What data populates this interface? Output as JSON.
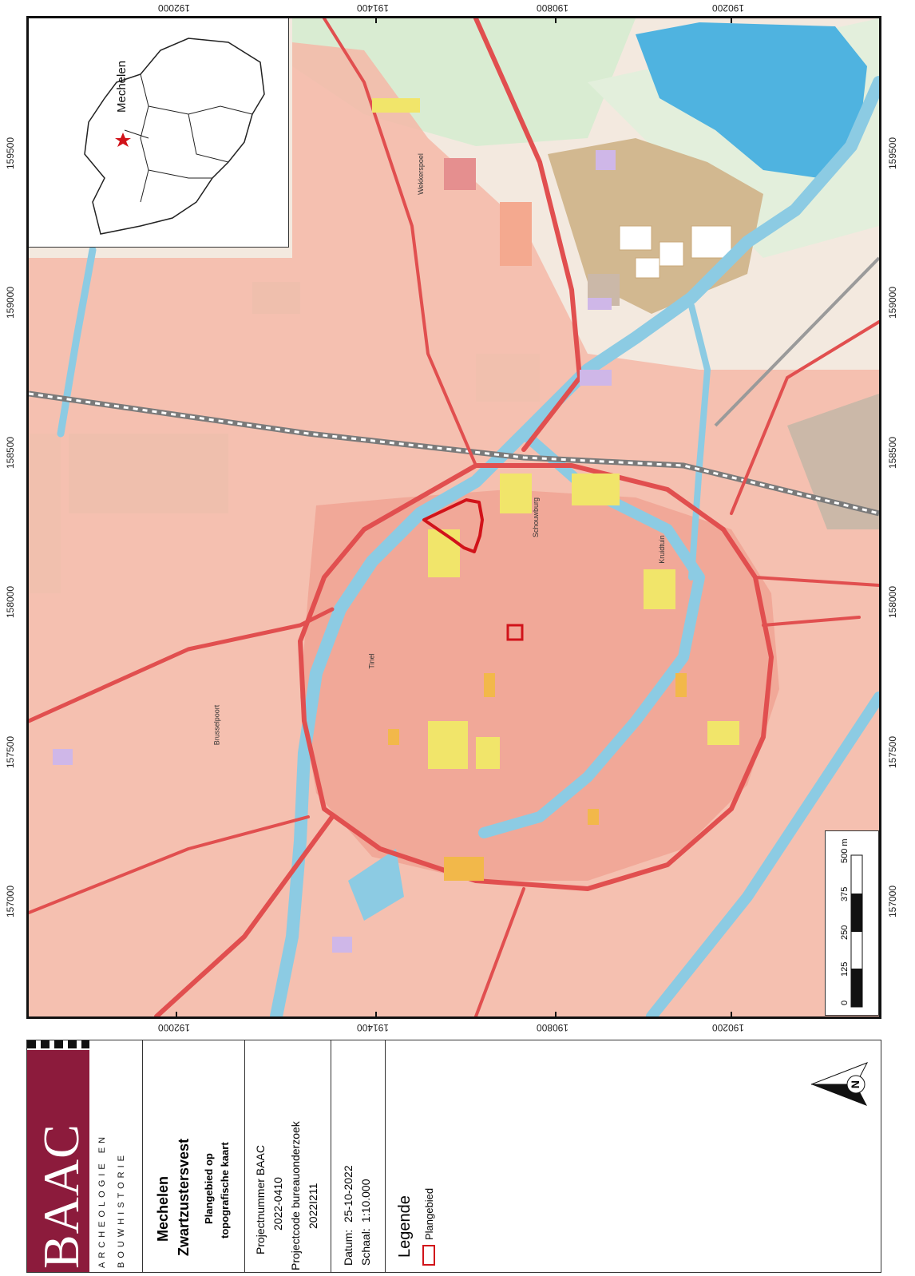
{
  "map": {
    "coords_top": [
      "192000",
      "191400",
      "190800",
      "190200"
    ],
    "coords_bottom": [
      "192000",
      "191400",
      "190800",
      "190200"
    ],
    "coords_left": [
      "159500",
      "159000",
      "158500",
      "158000",
      "157500",
      "157000"
    ],
    "coords_right": [
      "159500",
      "159000",
      "158500",
      "158000",
      "157500",
      "157000"
    ],
    "street_labels": [
      "Wekkerspoel",
      "Tinel",
      "Kruidtuin",
      "Brusselpoort",
      "Schouwburg"
    ],
    "colors": {
      "built": "#f4b8a8",
      "background": "#f3e9df",
      "water": "#8ccbe3",
      "lake": "#4fb3e0",
      "road": "#e14f4f",
      "green": "#d9ecd2",
      "industry": "#d2b890",
      "plangebied": "#d1131a",
      "yellow": "#f1e56a",
      "orange": "#f2b84a",
      "purple": "#cfb7e8"
    }
  },
  "inset": {
    "place_label": "Mechelen",
    "marker": "red-star"
  },
  "scale": {
    "labels": [
      "0",
      "125",
      "250",
      "375",
      "500 m"
    ]
  },
  "title_block": {
    "logo": {
      "text": "BAAC",
      "line1": "ARCHEOLOGIE EN",
      "line2": "BOUWHISTORIE",
      "color": "#8c1b3c"
    },
    "place": "Mechelen",
    "site": "Zwartzustersvest",
    "subtitle1": "Plangebied op",
    "subtitle2": "topografische kaart",
    "project_label": "Projectnummer BAAC",
    "project_number": "2022-0410",
    "projectcode_label": "Projectcode bureauonderzoek",
    "projectcode": "2022I211",
    "date_label": "Datum:",
    "date_value": "25-10-2022",
    "scale_label": "Schaal:",
    "scale_value": "1:10.000",
    "legend_title": "Legende",
    "legend_item": "Plangebied",
    "north_label": "N"
  }
}
